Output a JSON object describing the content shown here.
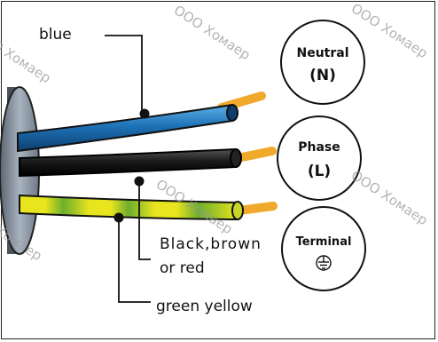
{
  "labels": {
    "blue": "blue",
    "black_line1": "Black,brown",
    "black_line2": "or red",
    "green": "green yellow"
  },
  "terminals": {
    "neutral": {
      "name": "Neutral",
      "code": "(N)"
    },
    "phase": {
      "name": "Phase",
      "code": "(L)"
    },
    "earth": {
      "name": "Terminal"
    }
  },
  "watermark": "ООО Хомаер",
  "colors": {
    "blue_wire": "#1e73b8",
    "black_wire": "#1a1a1a",
    "green_wire": "#7dbb2f",
    "yellow_wire": "#e8e41e",
    "copper": "#f1a92c",
    "cable": "#8c97a5"
  },
  "icons": {
    "earth_symbol": "ground-icon"
  }
}
